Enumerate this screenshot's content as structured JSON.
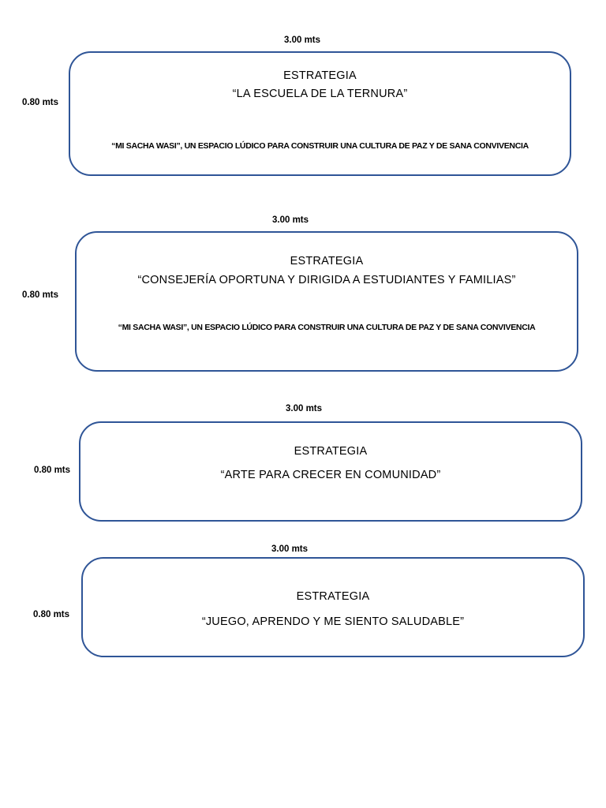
{
  "dimensions": {
    "width": "3.00 mts",
    "height": "0.80 mts"
  },
  "boxes": [
    {
      "heading": "ESTRATEGIA",
      "title": "“LA ESCUELA DE LA TERNURA”",
      "subtitle": "“MI SACHA WASI”, UN ESPACIO LÚDICO PARA CONSTRUIR UNA CULTURA DE PAZ Y DE SANA CONVIVENCIA"
    },
    {
      "heading": "ESTRATEGIA",
      "title": "“CONSEJERÍA OPORTUNA Y DIRIGIDA A ESTUDIANTES Y FAMILIAS”",
      "subtitle": "“MI SACHA WASI”, UN ESPACIO LÚDICO PARA CONSTRUIR UNA CULTURA DE PAZ Y DE SANA CONVIVENCIA"
    },
    {
      "heading": "ESTRATEGIA",
      "title": "“ARTE PARA CRECER EN COMUNIDAD”"
    },
    {
      "heading": "ESTRATEGIA",
      "title": "“JUEGO, APRENDO Y ME SIENTO SALUDABLE”"
    }
  ]
}
